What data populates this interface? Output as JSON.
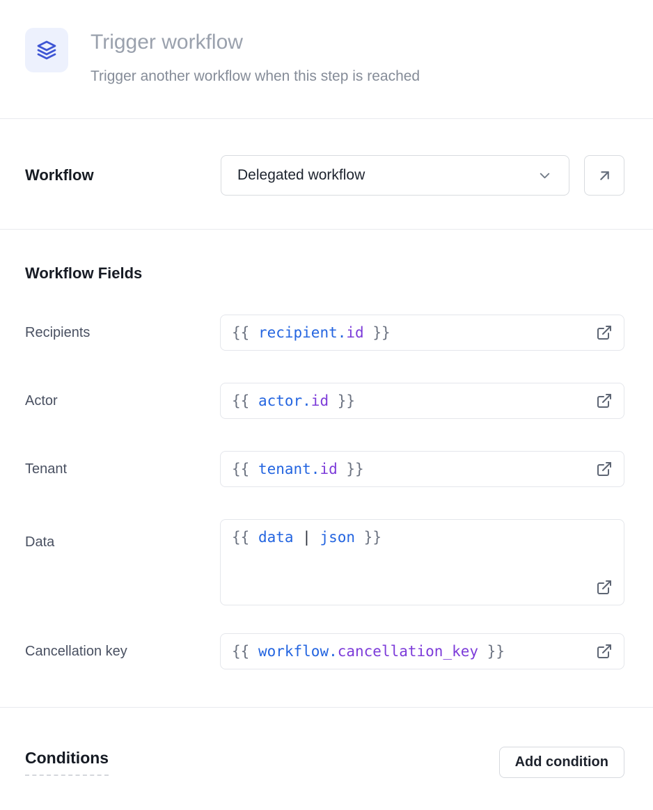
{
  "header": {
    "title": "Trigger workflow",
    "subtitle": "Trigger another workflow when this step is reached",
    "icon": "layers-icon"
  },
  "workflow": {
    "label": "Workflow",
    "selected_option": "Delegated workflow"
  },
  "fields": {
    "heading": "Workflow Fields",
    "rows": [
      {
        "label": "Recipients",
        "tokens": [
          {
            "text": "{{ ",
            "type": "brace"
          },
          {
            "text": "recipient.",
            "type": "variable"
          },
          {
            "text": "id",
            "type": "attribute"
          },
          {
            "text": " }}",
            "type": "brace"
          }
        ]
      },
      {
        "label": "Actor",
        "tokens": [
          {
            "text": "{{ ",
            "type": "brace"
          },
          {
            "text": "actor.",
            "type": "variable"
          },
          {
            "text": "id",
            "type": "attribute"
          },
          {
            "text": " }}",
            "type": "brace"
          }
        ]
      },
      {
        "label": "Tenant",
        "tokens": [
          {
            "text": "{{ ",
            "type": "brace"
          },
          {
            "text": "tenant.",
            "type": "variable"
          },
          {
            "text": "id",
            "type": "attribute"
          },
          {
            "text": " }}",
            "type": "brace"
          }
        ]
      },
      {
        "label": "Data",
        "tokens": [
          {
            "text": "{{ ",
            "type": "brace"
          },
          {
            "text": "data",
            "type": "variable"
          },
          {
            "text": " | ",
            "type": "operator"
          },
          {
            "text": "json",
            "type": "variable"
          },
          {
            "text": " }}",
            "type": "brace"
          }
        ]
      },
      {
        "label": "Cancellation key",
        "tokens": [
          {
            "text": "{{ ",
            "type": "brace"
          },
          {
            "text": "workflow.",
            "type": "variable"
          },
          {
            "text": "cancellation_key",
            "type": "attribute"
          },
          {
            "text": " }}",
            "type": "brace"
          }
        ]
      }
    ]
  },
  "conditions": {
    "heading": "Conditions",
    "add_button_label": "Add condition"
  },
  "colors": {
    "accent_blue": "#3e55d4",
    "icon_bg": "#edf1fd",
    "code_blue": "#2465e0",
    "code_purple": "#7d3cd9",
    "code_gray": "#6b7280",
    "divider": "#e9eaee"
  }
}
